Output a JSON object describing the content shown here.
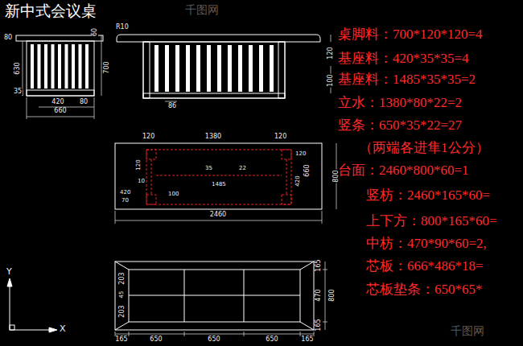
{
  "diagram": {
    "title": "新中式会议桌",
    "labels": [
      "桌脚料：700*120*120=4",
      "基座料：420*35*35=4",
      "基座料：1485*35*35=2",
      "立水：1380*80*22=2",
      "竖条：650*35*22=27",
      "（两端各进隼1公分）",
      "台面：2460*800*60=1",
      "竖枋：2460*165*60=",
      "上下方：800*165*60=",
      "中枋：470*90*60=2,",
      "芯板：666*486*18=",
      "芯板垫条：650*65*",
      "80",
      "630",
      "700",
      "35",
      "420",
      "80",
      "660",
      "60",
      "R10",
      "120",
      "100",
      "86",
      "120",
      "1380",
      "120",
      "120",
      "10",
      "35",
      "22",
      "120",
      "420",
      "660",
      "800",
      "1485",
      "100",
      "420",
      "70",
      "2460",
      "165",
      "470",
      "165",
      "800",
      "45",
      "203",
      "203",
      "165",
      "650",
      "650",
      "650",
      "165",
      "Y",
      "X",
      "千图网",
      "千图网"
    ]
  }
}
